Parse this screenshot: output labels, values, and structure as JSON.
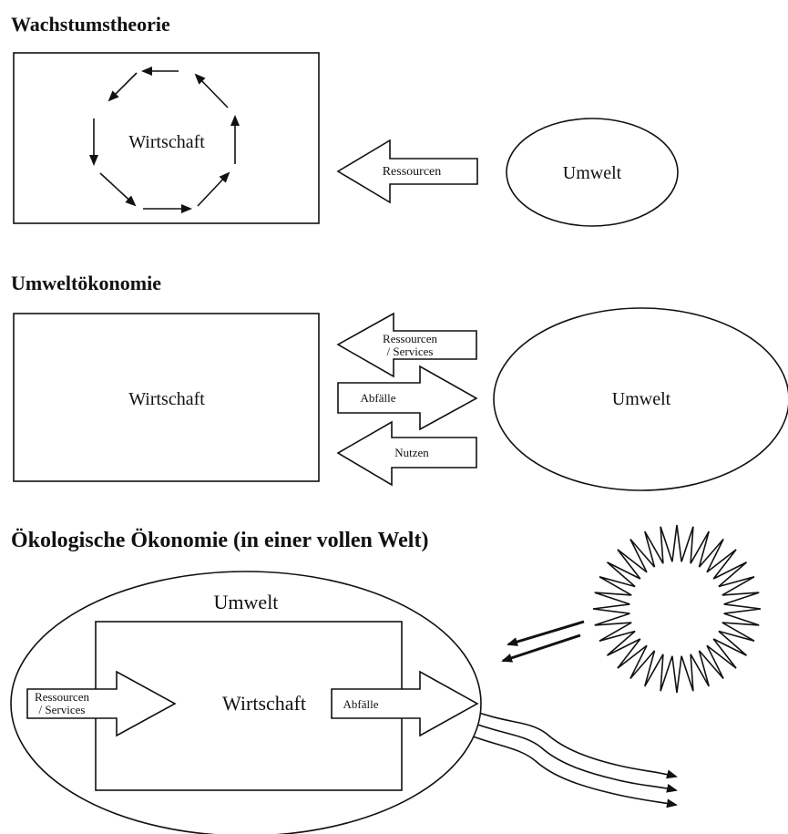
{
  "section1": {
    "title": "Wachstumstheorie",
    "economy_label": "Wirtschaft",
    "environment_label": "Umwelt",
    "arrow_resources": "Ressourcen"
  },
  "section2": {
    "title": "Umweltökonomie",
    "economy_label": "Wirtschaft",
    "environment_label": "Umwelt",
    "arrow_resources_line1": "Ressourcen",
    "arrow_resources_line2": "/ Services",
    "arrow_waste": "Abfälle",
    "arrow_benefit": "Nutzen"
  },
  "section3": {
    "title": "Ökologische Ökonomie (in einer vollen Welt)",
    "environment_label": "Umwelt",
    "economy_label": "Wirtschaft",
    "arrow_resources_line1": "Ressourcen",
    "arrow_resources_line2": "/ Services",
    "arrow_waste": "Abfälle"
  }
}
